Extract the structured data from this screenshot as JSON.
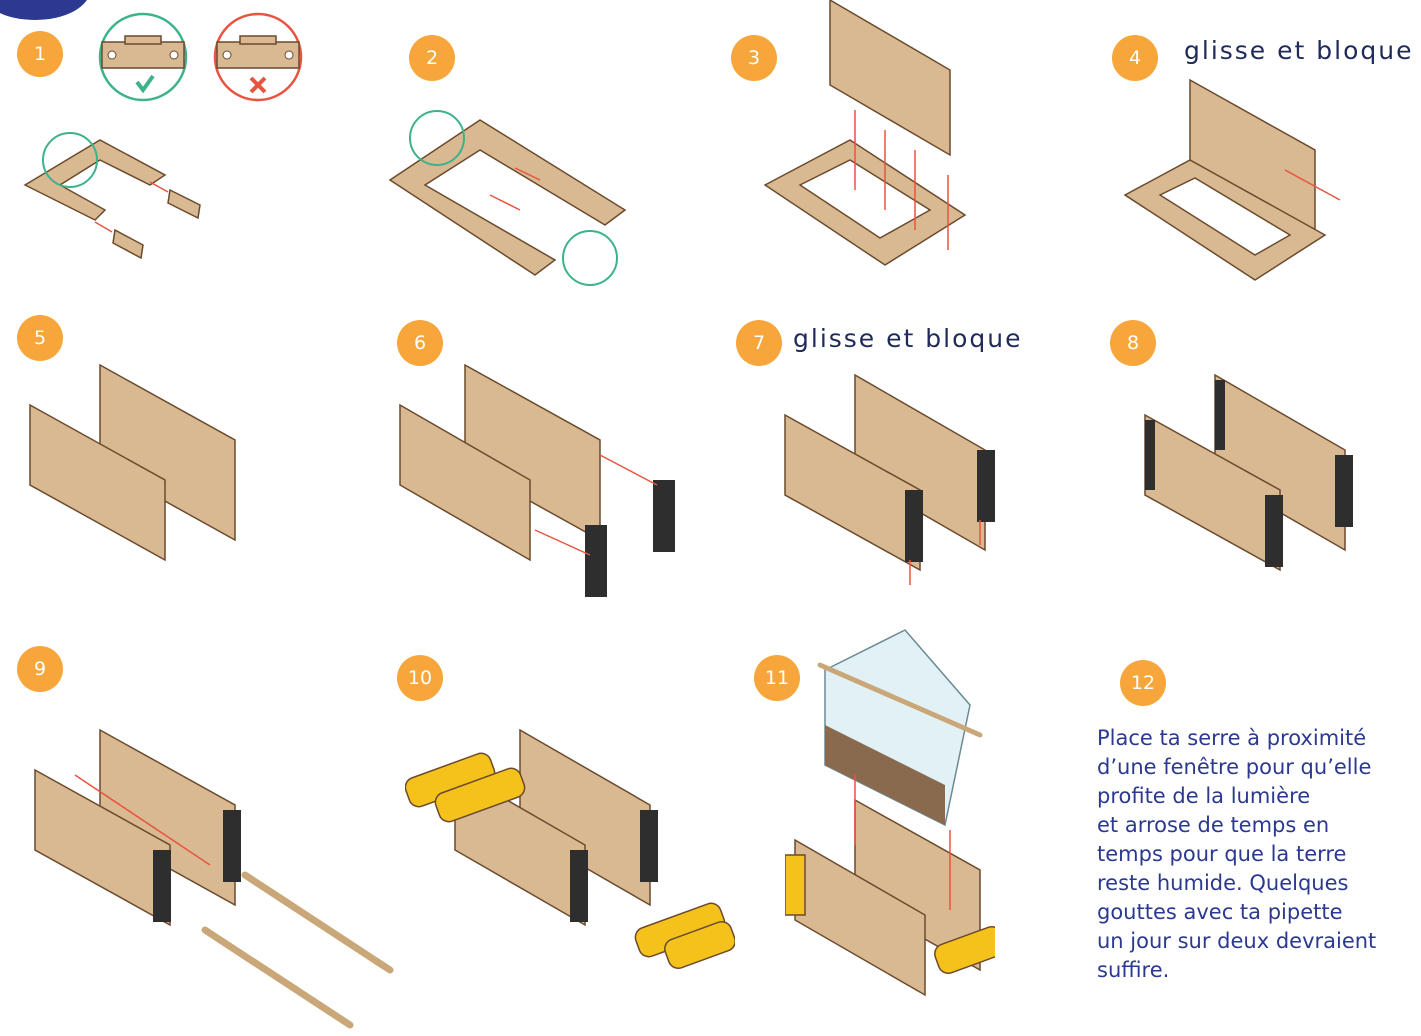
{
  "steps": [
    {
      "number": "1"
    },
    {
      "number": "2"
    },
    {
      "number": "3"
    },
    {
      "number": "4",
      "caption": "glisse et bloque"
    },
    {
      "number": "5"
    },
    {
      "number": "6"
    },
    {
      "number": "7",
      "caption": "glisse et bloque"
    },
    {
      "number": "8"
    },
    {
      "number": "9"
    },
    {
      "number": "10"
    },
    {
      "number": "11"
    },
    {
      "number": "12"
    }
  ],
  "final_instructions": [
    "Place ta serre à proximité",
    "d’une fenêtre pour qu’elle",
    "profite de la lumière",
    "et arrose de temps en",
    "temps pour que la terre",
    "reste humide. Quelques",
    "gouttes avec ta pipette",
    "un jour sur deux devraient",
    "suffire."
  ],
  "colors": {
    "badge": "#f7a63b",
    "wood": "#d9b991",
    "arrow": "#e8543f",
    "ok": "#3cb38a",
    "no": "#e8543f",
    "text": "#2b3990"
  },
  "icons": [
    "check-icon",
    "cross-icon"
  ]
}
